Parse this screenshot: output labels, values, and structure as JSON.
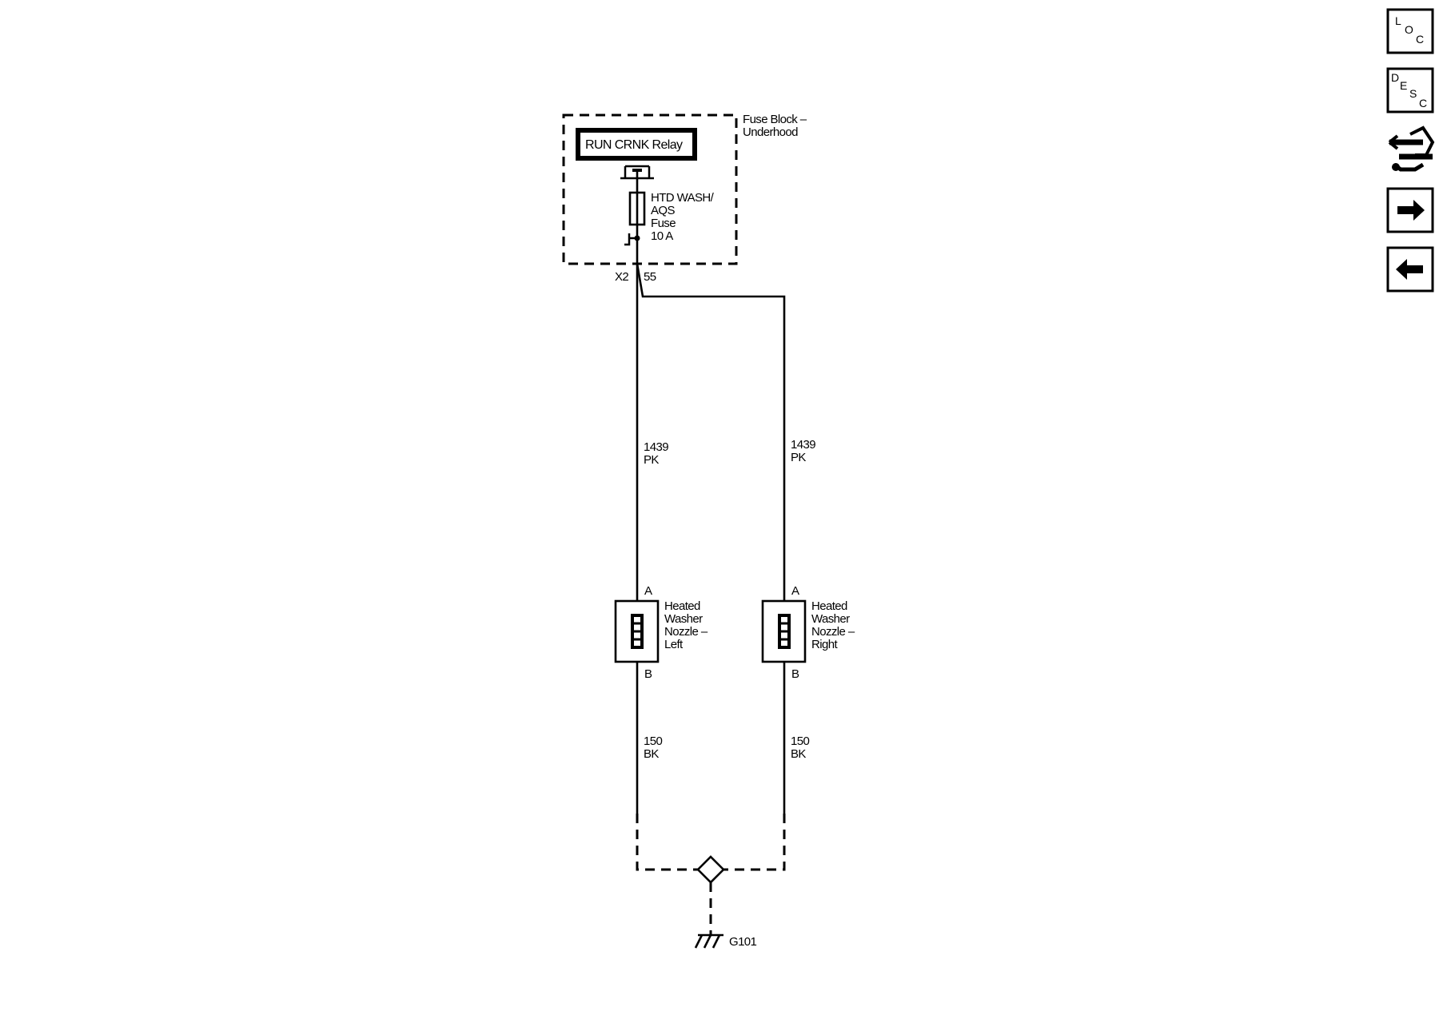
{
  "fuse_block": {
    "name_line1": "Fuse Block –",
    "name_line2": "Underhood"
  },
  "relay": {
    "label": "RUN CRNK Relay"
  },
  "fuse": {
    "line1": "HTD WASH/",
    "line2": "AQS",
    "line3": "Fuse",
    "line4": "10 A"
  },
  "connector": {
    "id": "X2",
    "pin": "55"
  },
  "wires": {
    "left_upper": {
      "circuit": "1439",
      "color": "PK"
    },
    "right_upper": {
      "circuit": "1439",
      "color": "PK"
    },
    "left_lower": {
      "circuit": "150",
      "color": "BK"
    },
    "right_lower": {
      "circuit": "150",
      "color": "BK"
    }
  },
  "nozzle_left": {
    "pin_top": "A",
    "pin_bottom": "B",
    "line1": "Heated",
    "line2": "Washer",
    "line3": "Nozzle –",
    "line4": "Left"
  },
  "nozzle_right": {
    "pin_top": "A",
    "pin_bottom": "B",
    "line1": "Heated",
    "line2": "Washer",
    "line3": "Nozzle –",
    "line4": "Right"
  },
  "ground": {
    "label": "G101"
  },
  "nav": {
    "loc": {
      "l1": "L",
      "l2": "O",
      "l3": "C"
    },
    "desc": {
      "l1": "D",
      "l2": "E",
      "l3": "S",
      "l4": "C"
    },
    "connector_icon": "connector-end-view-icon",
    "next_icon": "arrow-right-icon",
    "prev_icon": "arrow-left-icon"
  }
}
